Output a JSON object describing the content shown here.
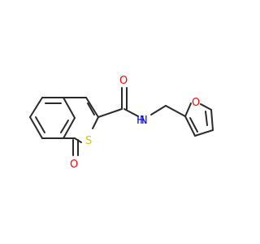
{
  "molecule": {
    "atoms": {
      "O_amide": {
        "symbol": "O",
        "color": "#ff0000"
      },
      "N_amide": {
        "symbol": "N",
        "color": "#0000ff"
      },
      "H_amide": {
        "symbol": "H",
        "color": "#0000ff"
      },
      "S_ring": {
        "symbol": "S",
        "color": "#cccc00"
      },
      "O_keto": {
        "symbol": "O",
        "color": "#ff0000"
      },
      "O_furan": {
        "symbol": "O",
        "color": "#ff0000"
      }
    }
  }
}
